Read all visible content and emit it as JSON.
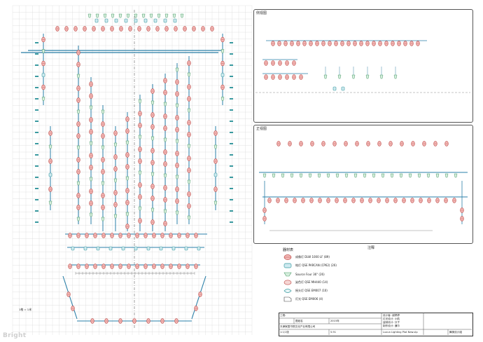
{
  "panels": {
    "side_view_title": "侧视图",
    "front_view_title": "正视图"
  },
  "notes_title": "注释",
  "legend": {
    "title": "器材表",
    "items": [
      {
        "icon": "ellipse-fixture-icon",
        "label": "成像灯 DLW 1000 LF (89)"
      },
      {
        "icon": "can-fixture-icon",
        "label": "帕灯 QSE PARCAN (CP62) (26)"
      },
      {
        "icon": "source-four-icon",
        "label": "Source Four 36° (26)"
      },
      {
        "icon": "moving-head-icon",
        "label": "染色灯 QSE MH440 (14)"
      },
      {
        "icon": "led-bar-icon",
        "label": "摇头灯 QSE EM007 (10)"
      },
      {
        "icon": "strobe-icon",
        "label": "灯光 QSE EM006 (4)"
      }
    ]
  },
  "scale_note": "1格 = 1米",
  "title_block": {
    "r1c1": "工程:",
    "r2c1": "",
    "r2c2": "图纸名",
    "r2c3": "2015年",
    "r3c1": "天津家园书院文化产业有限公司",
    "r4c1": "1:1/1张",
    "r4c2": "5.91",
    "right1": "设计者: 谢婷婷",
    "right2": "灯光设计: 小航",
    "right3": "监制设计: 分子",
    "right4": "制作设计: 通尔",
    "footer_mid": "Luxun Lighting Plot New.vlp",
    "footer_right": "舞美设计组"
  },
  "watermark": "Bright"
}
